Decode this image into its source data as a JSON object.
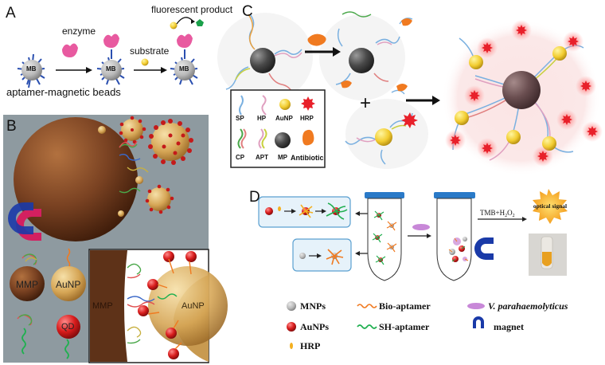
{
  "panels": {
    "A": {
      "letter": "A",
      "enzyme": "enzyme",
      "substrate": "substrate",
      "fluorescent_product": "fluorescent product",
      "mb_label": "MB",
      "caption": "aptamer-magnetic beads"
    },
    "B": {
      "letter": "B",
      "mmp": "MMP",
      "aunp": "AuNP",
      "qd": "QD",
      "inset_mmp": "MMP",
      "inset_aunp": "AuNP"
    },
    "C": {
      "letter": "C",
      "plus": "+",
      "legend": {
        "sp": "SP",
        "hp": "HP",
        "aunp": "AuNP",
        "hrp": "HRP",
        "cp": "CP",
        "apt": "APT",
        "mp": "MP",
        "antibiotic": "Antibiotic"
      }
    },
    "D": {
      "letter": "D",
      "tmb": "TMB+H",
      "tmb_sub": "2",
      "tmb_o": "O",
      "tmb_sub2": "2",
      "optical_signal": "optical signal",
      "legend": {
        "mnps": "MNPs",
        "bio_aptamer": "Bio-aptamer",
        "v_para": "V. parahaemolyticus",
        "aunps": "AuNPs",
        "sh_aptamer": "SH-aptamer",
        "magnet": "magnet",
        "hrp": "HRP"
      }
    }
  },
  "colors": {
    "panel_b_bg": "#8e9aa0",
    "mmp_brown": "#6b3a1e",
    "aunp_gold": "#d4a85a",
    "qd_red": "#c41a1a",
    "hrp_red": "#e8202a",
    "sh_green": "#20b050",
    "bio_orange": "#f07a20",
    "v_purple": "#c888d8",
    "magnet_blue": "#1a3aa8"
  }
}
